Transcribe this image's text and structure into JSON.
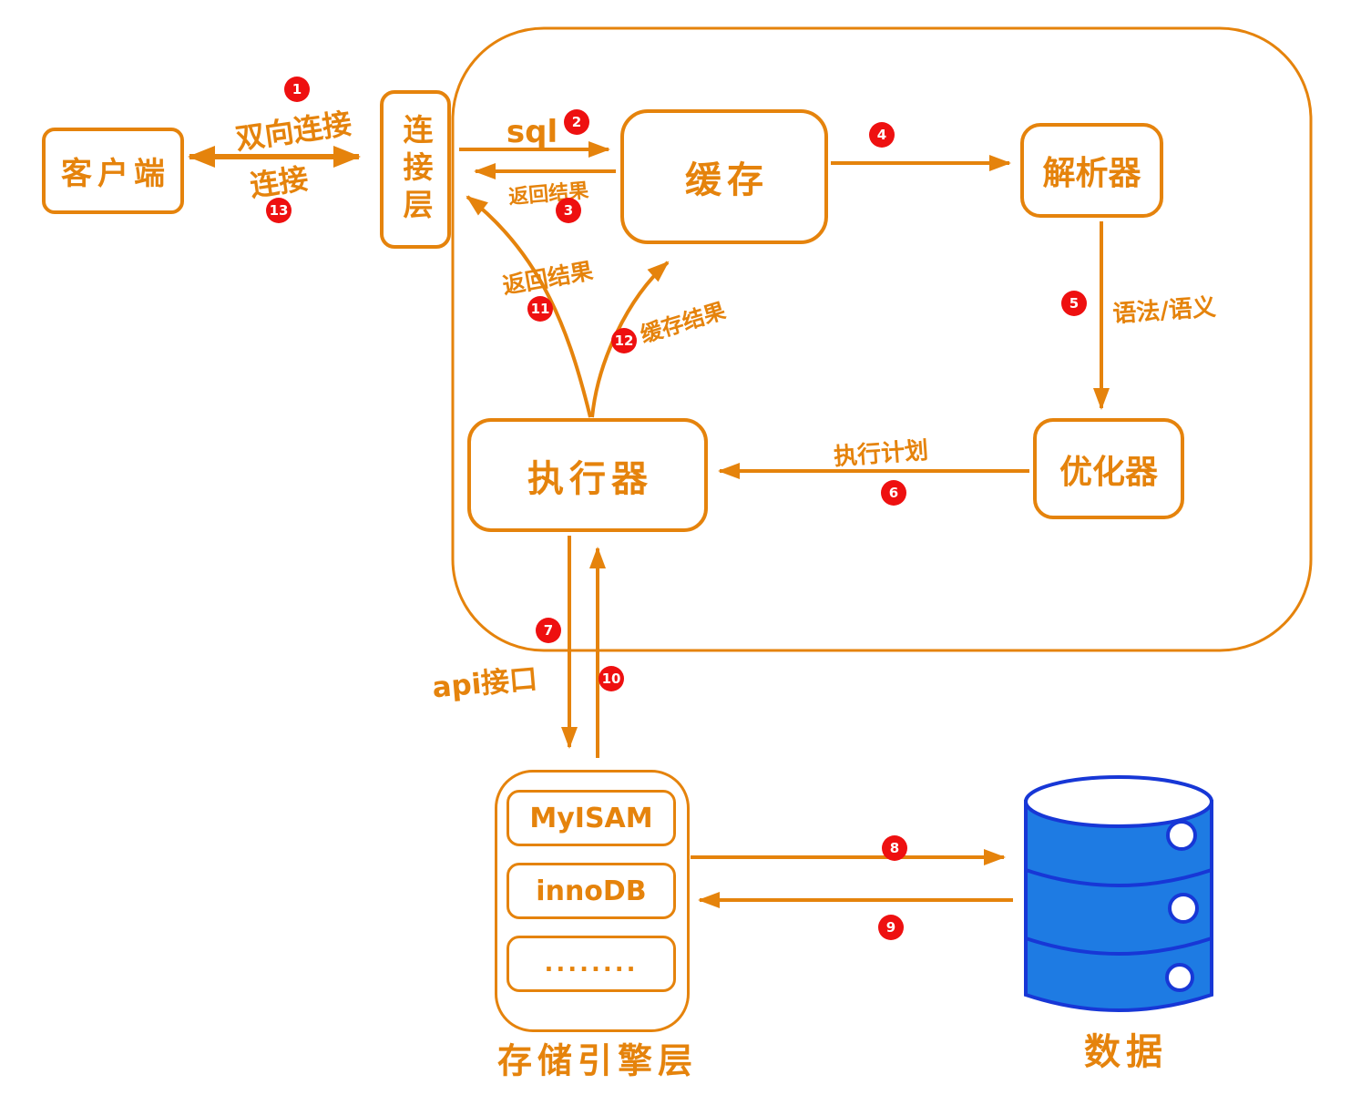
{
  "colors": {
    "accent": "#E5830C",
    "badge_bg": "#EE1010",
    "badge_text": "#FFFFFF",
    "database_fill": "#1E7BE3",
    "database_stroke": "#1737D6"
  },
  "nodes": {
    "client": {
      "label": "客户端"
    },
    "connection_layer": {
      "label": "连接层"
    },
    "cache": {
      "label": "缓存"
    },
    "parser": {
      "label": "解析器"
    },
    "optimizer": {
      "label": "优化器"
    },
    "executor": {
      "label": "执行器"
    },
    "storage_engine_layer": {
      "engines": [
        "MyISAM",
        "innoDB",
        "........"
      ],
      "caption": "存储引擎层"
    },
    "database": {
      "caption": "数据"
    }
  },
  "edge_labels": {
    "bidirectional": "双向连接",
    "connect": "连接",
    "sql": "sql",
    "return_result_to_connection": "返回结果",
    "syntax_semantics": "语法/语义",
    "execution_plan": "执行计划",
    "return_result_from_executor": "返回结果",
    "cache_result": "缓存结果",
    "api_interface": "api接口"
  },
  "badges": [
    "1",
    "2",
    "3",
    "4",
    "5",
    "6",
    "7",
    "8",
    "9",
    "10",
    "11",
    "12",
    "13"
  ]
}
